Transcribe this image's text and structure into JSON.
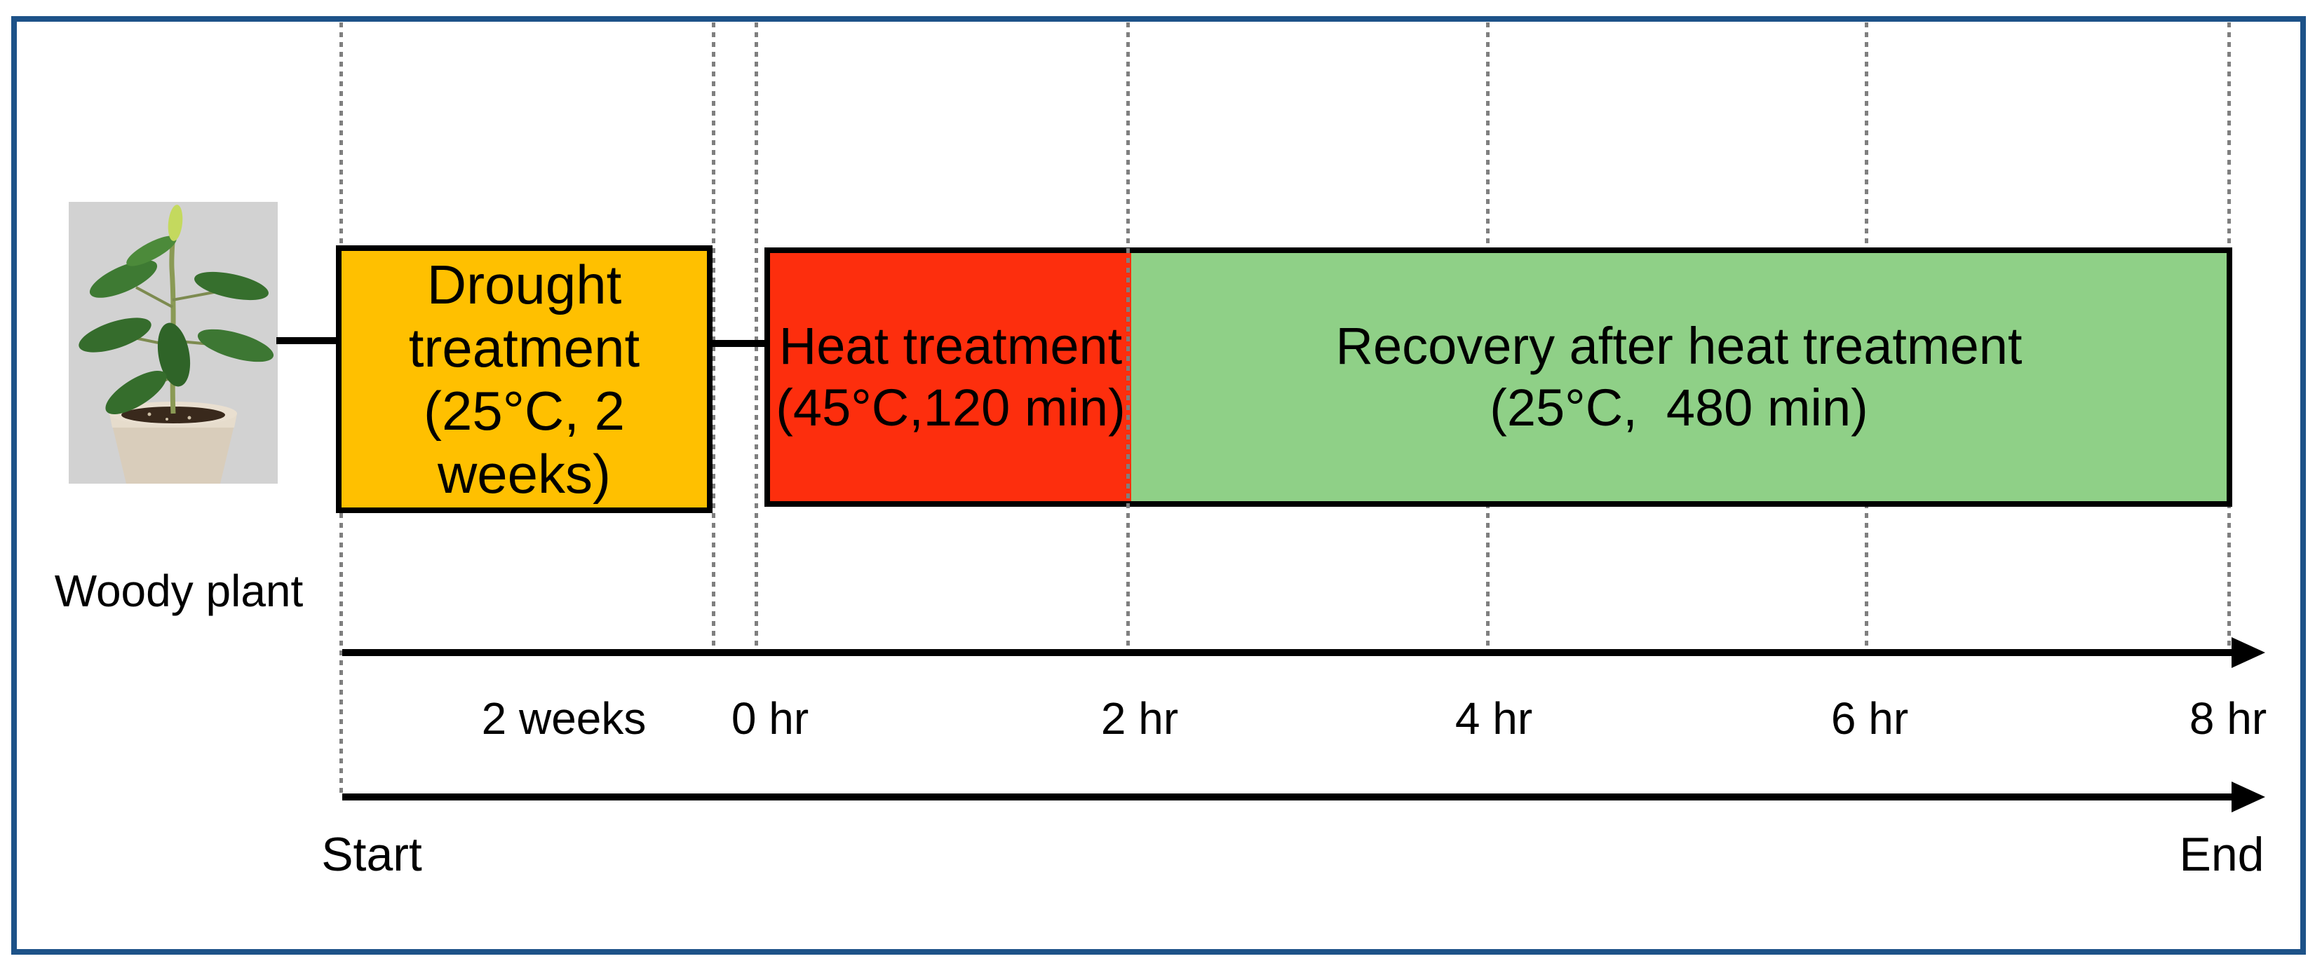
{
  "figure": {
    "frame_color": "#1d5288",
    "dotted_line_color": "#7f7f7f",
    "plant": {
      "caption": "Woody plant"
    },
    "stages": {
      "drought": {
        "line1": "Drought",
        "line2": "treatment",
        "line3": "(25°C, 2 weeks)",
        "color": "#ffc000"
      },
      "heat": {
        "line1": "Heat treatment",
        "line2": "(45°C,120 min)",
        "color": "#fd2e0d"
      },
      "recovery": {
        "line1": "Recovery after heat treatment",
        "line2": "(25°C,  480 min)",
        "color": "#8fd087"
      }
    },
    "timeline": {
      "ticks": [
        "2 weeks",
        "0 hr",
        "2 hr",
        "4 hr",
        "6 hr",
        "8 hr"
      ],
      "start_label": "Start",
      "end_label": "End"
    }
  }
}
